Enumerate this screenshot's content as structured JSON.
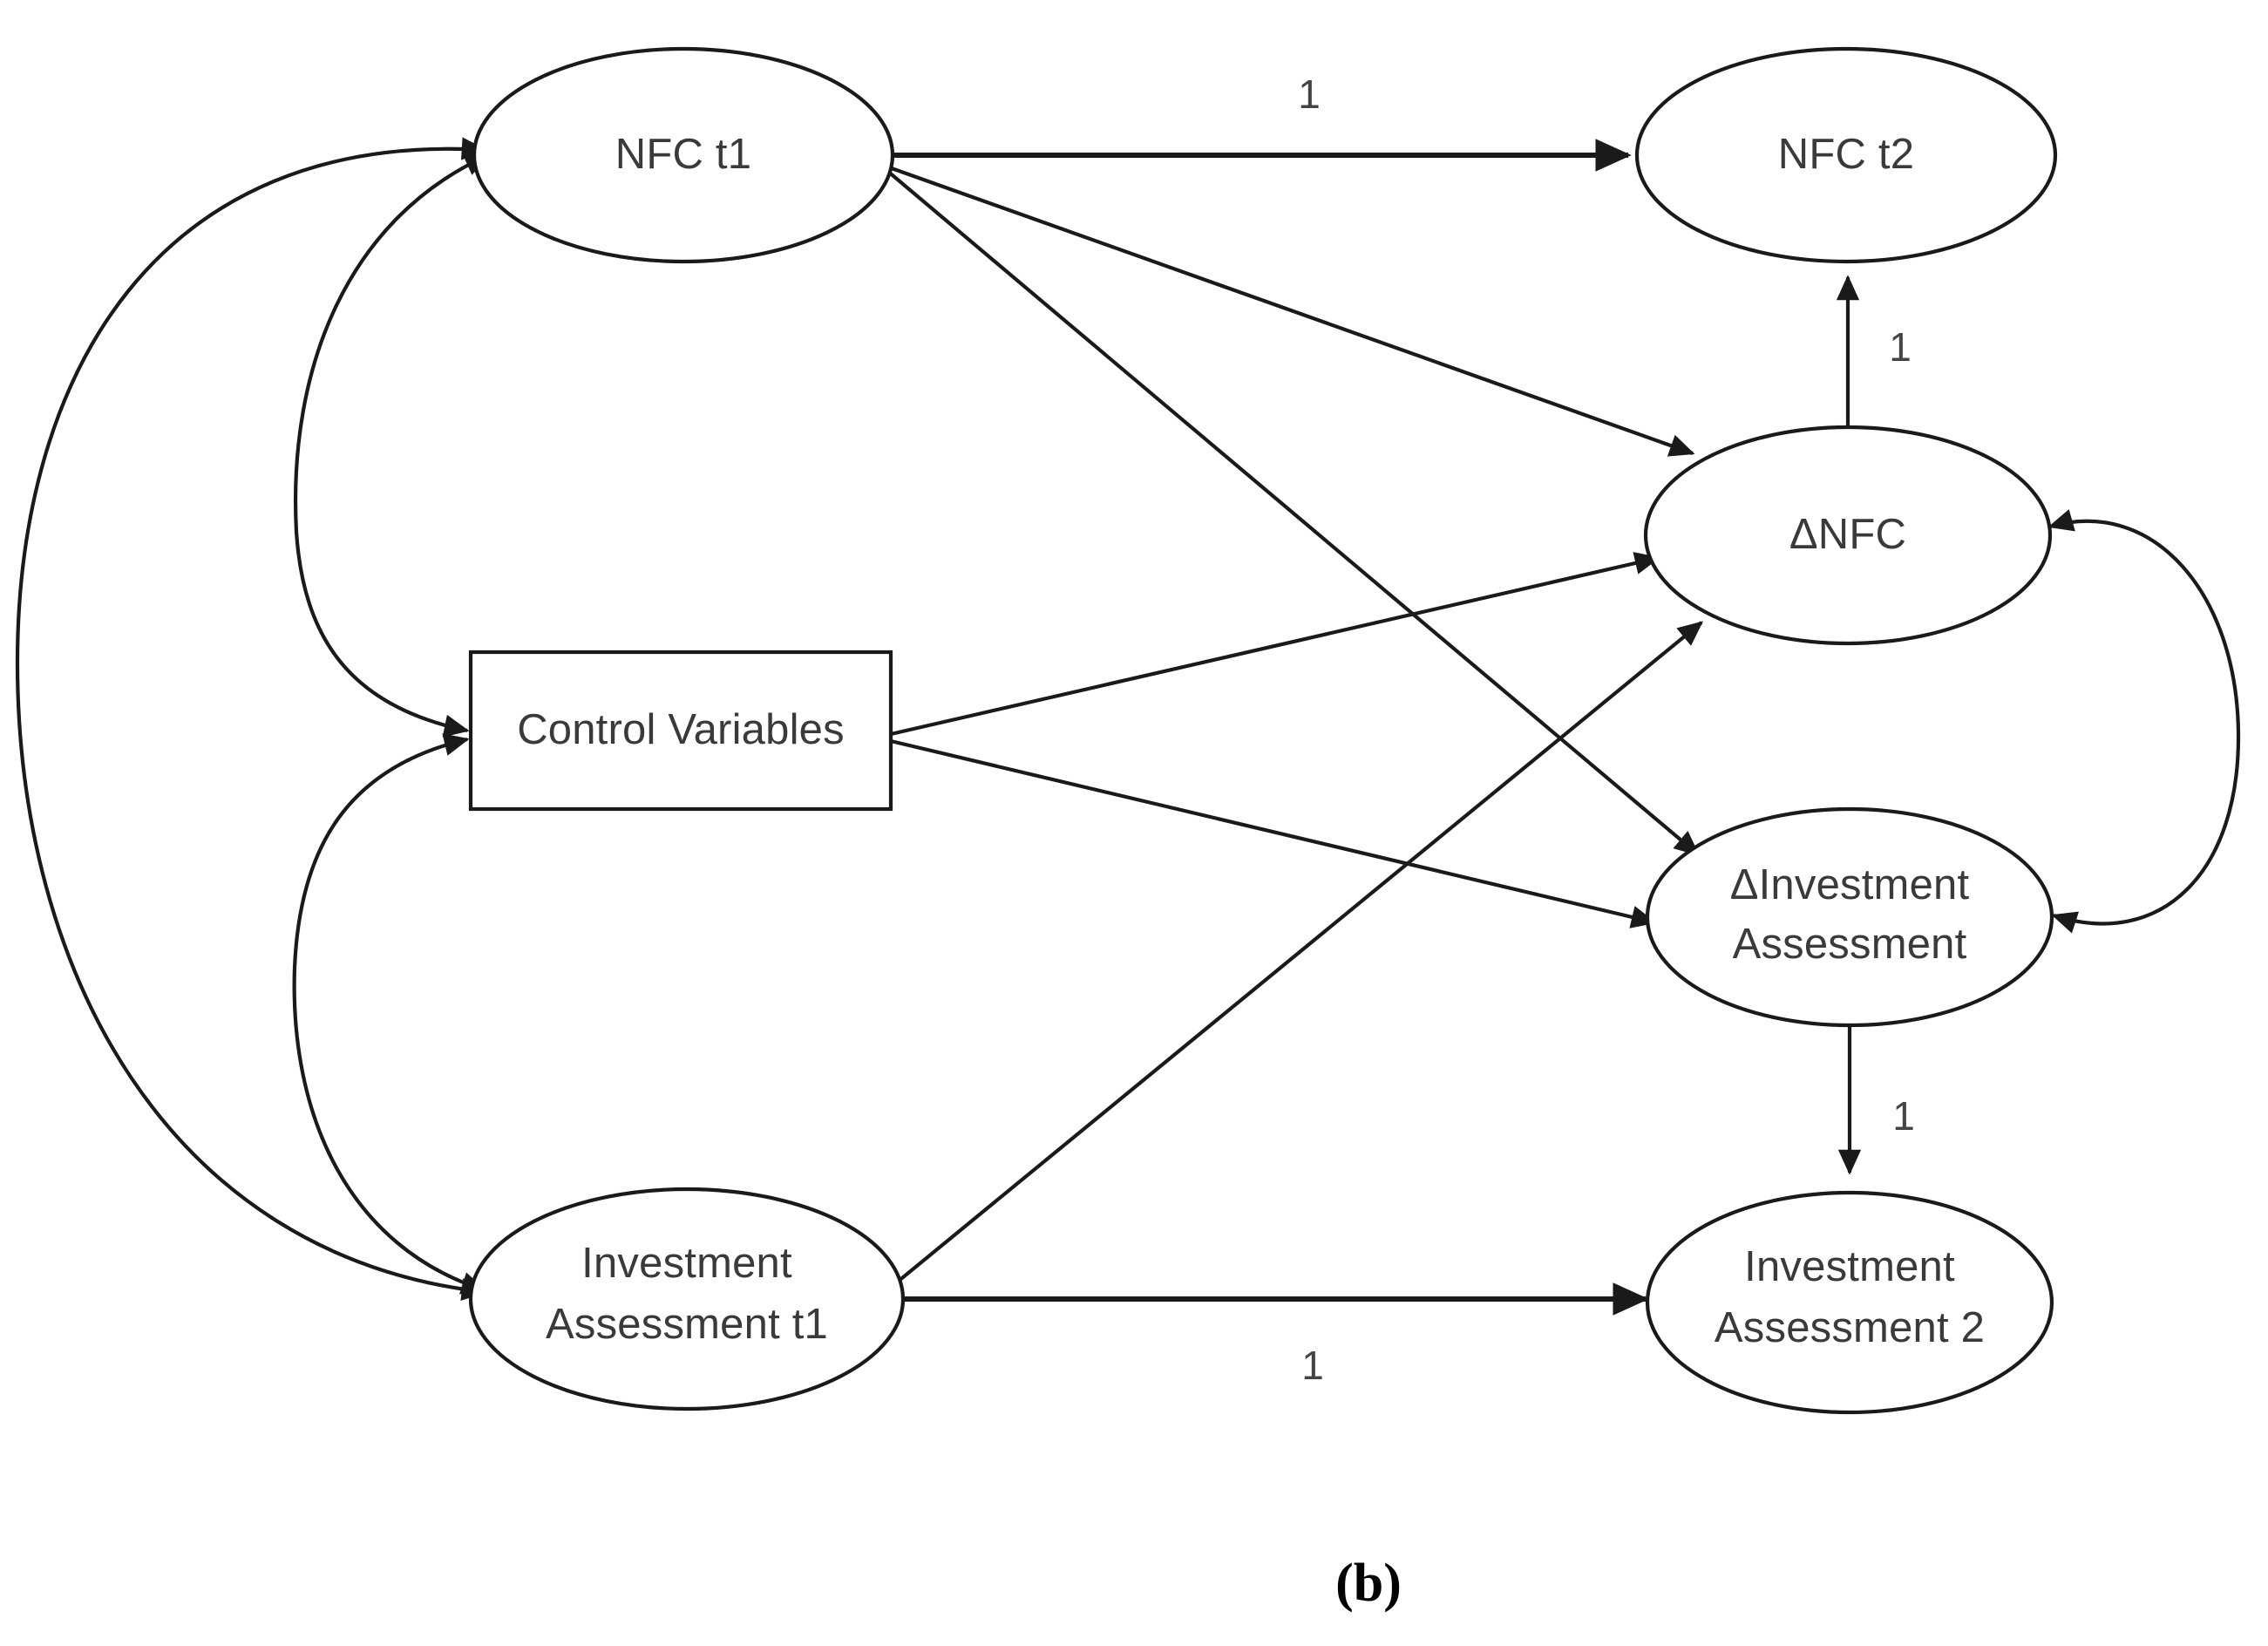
{
  "figure": {
    "caption": "(b)",
    "type": "latent-change-score-path-diagram"
  },
  "nodes": {
    "nfc_t1": {
      "label": "NFC t1",
      "shape": "ellipse"
    },
    "nfc_t2": {
      "label": "NFC t2",
      "shape": "ellipse"
    },
    "delta_nfc": {
      "label": "ΔNFC",
      "shape": "ellipse"
    },
    "control_variables": {
      "label": "Control Variables",
      "shape": "rectangle"
    },
    "delta_investment_assessment": {
      "label_line1": "ΔInvestment",
      "label_line2": "Assessment",
      "shape": "ellipse"
    },
    "investment_assessment_t1": {
      "label_line1": "Investment",
      "label_line2": "Assessment  t1",
      "shape": "ellipse"
    },
    "investment_assessment_2": {
      "label_line1": "Investment",
      "label_line2": "Assessment 2",
      "shape": "ellipse"
    }
  },
  "edge_labels": {
    "nfc_t1_to_nfc_t2": "1",
    "delta_nfc_to_nfc_t2": "1",
    "delta_ia_to_ia2": "1",
    "ia_t1_to_ia2": "1"
  },
  "edges": [
    {
      "from": "nfc_t1",
      "to": "nfc_t2",
      "kind": "directed",
      "label": "1"
    },
    {
      "from": "delta_nfc",
      "to": "nfc_t2",
      "kind": "directed",
      "label": "1"
    },
    {
      "from": "nfc_t1",
      "to": "delta_nfc",
      "kind": "directed",
      "label": ""
    },
    {
      "from": "nfc_t1",
      "to": "delta_investment_assessment",
      "kind": "directed",
      "label": ""
    },
    {
      "from": "control_variables",
      "to": "delta_nfc",
      "kind": "directed",
      "label": ""
    },
    {
      "from": "control_variables",
      "to": "delta_investment_assessment",
      "kind": "directed",
      "label": ""
    },
    {
      "from": "investment_assessment_t1",
      "to": "delta_nfc",
      "kind": "directed",
      "label": ""
    },
    {
      "from": "investment_assessment_t1",
      "to": "investment_assessment_2",
      "kind": "directed",
      "label": "1"
    },
    {
      "from": "delta_investment_assessment",
      "to": "investment_assessment_2",
      "kind": "directed",
      "label": "1"
    },
    {
      "from": "nfc_t1",
      "to": "investment_assessment_t1",
      "kind": "covariance",
      "label": ""
    },
    {
      "from": "nfc_t1",
      "to": "control_variables",
      "kind": "covariance",
      "label": ""
    },
    {
      "from": "control_variables",
      "to": "investment_assessment_t1",
      "kind": "covariance",
      "label": ""
    },
    {
      "from": "delta_nfc",
      "to": "delta_investment_assessment",
      "kind": "covariance",
      "label": ""
    }
  ],
  "colors": {
    "stroke": "#1a1a1a",
    "node_fill": "#ffffff",
    "label_text": "#3a3a3a",
    "caption_text": "#000000",
    "background": "#ffffff"
  }
}
